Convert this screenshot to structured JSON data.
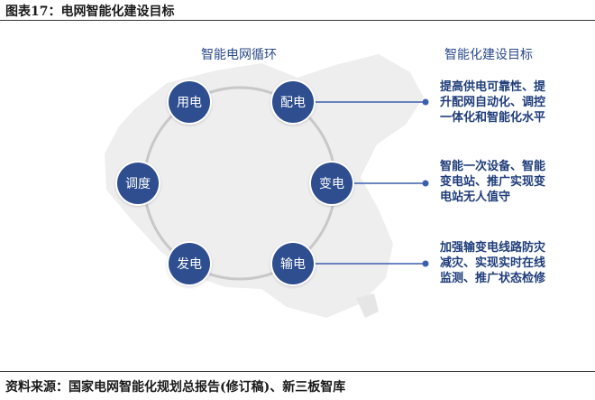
{
  "figure_title": "图表17：电网智能化建设目标",
  "cycle_title": "智能电网循环",
  "goals_title": "智能化建设目标",
  "nodes": {
    "yongdian": "用电",
    "peidian": "配电",
    "biandian": "变电",
    "shudian": "输电",
    "fadian": "发电",
    "tiaodu": "调度"
  },
  "goals": [
    {
      "lines": [
        "提高供电可靠性、提",
        "升配网自动化、调控",
        "一体化和智能化水平"
      ]
    },
    {
      "lines": [
        "智能一次设备、智能",
        "变电站、推广实现变",
        "电站无人值守"
      ]
    },
    {
      "lines": [
        "加强输变电线路防灾",
        "减灾、实现实时在线",
        "监测、推广状态检修"
      ]
    }
  ],
  "source": "资料来源：国家电网智能化规划总报告(修订稿)、新三板智库",
  "colors": {
    "node_fill": "#2e4e8f",
    "connector": "#3a5fae",
    "ring": "#c8c8c8",
    "map": "#eeeeee"
  }
}
